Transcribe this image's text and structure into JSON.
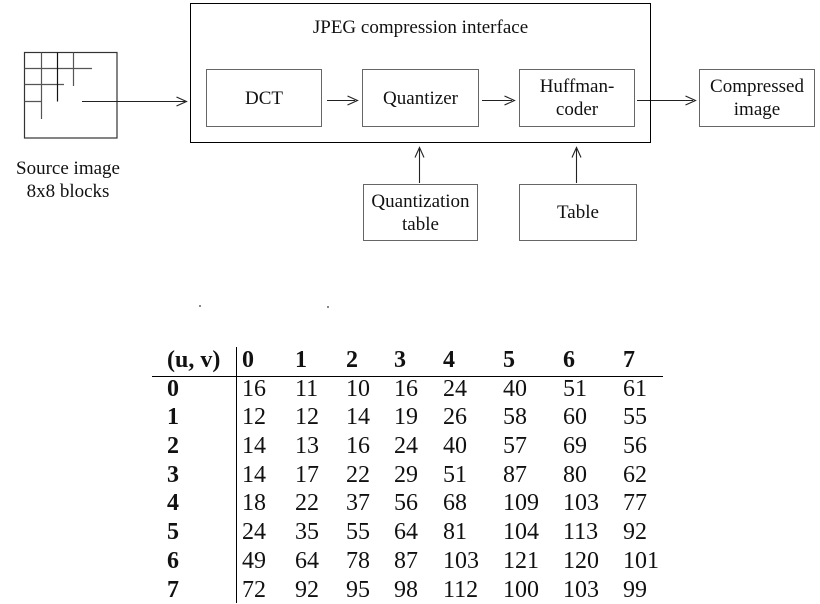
{
  "diagram": {
    "title": "JPEG compression interface",
    "source_image": {
      "line1": "Source image",
      "line2": "8x8 blocks"
    },
    "blocks": {
      "dct": "DCT",
      "quantizer": "Quantizer",
      "huffman": {
        "line1": "Huffman-",
        "line2": "coder"
      },
      "compressed": {
        "line1": "Compressed",
        "line2": "image"
      },
      "quant_table": {
        "line1": "Quantization",
        "line2": "table"
      },
      "huffman_table": "Table"
    },
    "line_color": "#222222",
    "sketch_color": "#555555"
  },
  "quant_matrix_table": {
    "corner_header": "(u, v)",
    "col_headers": [
      "0",
      "1",
      "2",
      "3",
      "4",
      "5",
      "6",
      "7"
    ],
    "rows": [
      {
        "label": "0",
        "values": [
          "16",
          "11",
          "10",
          "16",
          "24",
          "40",
          "51",
          "61"
        ]
      },
      {
        "label": "1",
        "values": [
          "12",
          "12",
          "14",
          "19",
          "26",
          "58",
          "60",
          "55"
        ]
      },
      {
        "label": "2",
        "values": [
          "14",
          "13",
          "16",
          "24",
          "40",
          "57",
          "69",
          "56"
        ]
      },
      {
        "label": "3",
        "values": [
          "14",
          "17",
          "22",
          "29",
          "51",
          "87",
          "80",
          "62"
        ]
      },
      {
        "label": "4",
        "values": [
          "18",
          "22",
          "37",
          "56",
          "68",
          "109",
          "103",
          "77"
        ]
      },
      {
        "label": "5",
        "values": [
          "24",
          "35",
          "55",
          "64",
          "81",
          "104",
          "113",
          "92"
        ]
      },
      {
        "label": "6",
        "values": [
          "49",
          "64",
          "78",
          "87",
          "103",
          "121",
          "120",
          "101"
        ]
      },
      {
        "label": "7",
        "values": [
          "72",
          "92",
          "95",
          "98",
          "112",
          "100",
          "103",
          "99"
        ]
      }
    ]
  }
}
